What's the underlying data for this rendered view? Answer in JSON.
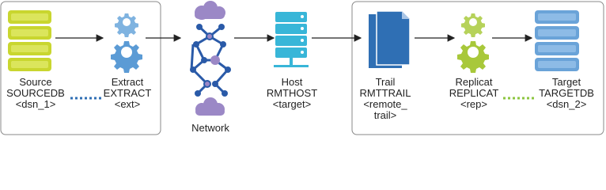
{
  "nodes": {
    "source": {
      "title": "Source",
      "name": "SOURCEDB",
      "param": "<dsn_1>"
    },
    "extract": {
      "title": "Extract",
      "name": "EXTRACT",
      "param": "<ext>"
    },
    "network": {
      "title": "Network"
    },
    "host": {
      "title": "Host",
      "name": "RMTHOST",
      "param": "<target>"
    },
    "trail": {
      "title": "Trail",
      "name": "RMTTRAIL",
      "param_line1": "<remote_",
      "param_line2": "trail>"
    },
    "replicat": {
      "title": "Replicat",
      "name": "REPLICAT",
      "param": "<rep>"
    },
    "target": {
      "title": "Target",
      "name": "TARGETDB",
      "param": "<dsn_2>"
    }
  },
  "colors": {
    "database_green": "#c9d62f",
    "gear_blue": "#5b9bd5",
    "gear_green": "#a8c83a",
    "network_blue": "#2a5aa8",
    "cloud_purple": "#9b88c6",
    "host_teal": "#38b6d8",
    "trail_blue": "#2f6fb4",
    "target_blue": "#6aa3d8",
    "dotted_blue": "#2f6fb4",
    "dotted_green": "#8cc63f",
    "arrow": "#222222",
    "frame": "#888888"
  }
}
